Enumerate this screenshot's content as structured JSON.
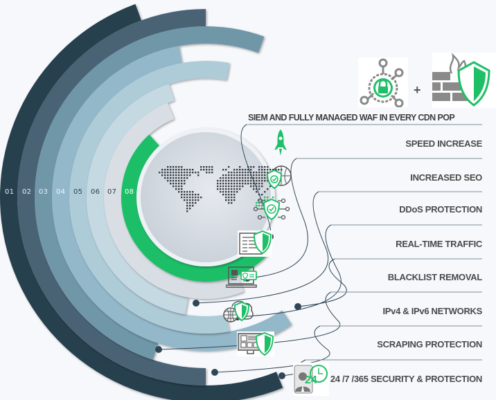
{
  "header": {
    "title": "SIEM  AND FULLY  MANAGED WAF IN EVERY CDN POP",
    "plus": "+",
    "icons": [
      "network-lock-icon",
      "firewall-shield-icon"
    ]
  },
  "rings": [
    {
      "num": "01",
      "color": "#263f4d",
      "text_color": "#e8eef2"
    },
    {
      "num": "02",
      "color": "#4a6475",
      "text_color": "#e8eef2"
    },
    {
      "num": "03",
      "color": "#7097a8",
      "text_color": "#e8eef2"
    },
    {
      "num": "04",
      "color": "#93b8ca",
      "text_color": "#f2f6f8"
    },
    {
      "num": "05",
      "color": "#aecbd8",
      "text_color": "#2c3e4a"
    },
    {
      "num": "06",
      "color": "#c5d9e2",
      "text_color": "#2c3e4a"
    },
    {
      "num": "07",
      "color": "#d8dee4",
      "text_color": "#2c3e4a"
    },
    {
      "num": "08",
      "color": "#1fbf67",
      "text_color": "#ffffff"
    }
  ],
  "globe": {
    "fill": "#d6dce3",
    "map_dot_color": "#3b3f44",
    "highlight_dot_color": "#1fbf67"
  },
  "features": [
    {
      "label": "SPEED INCREASE",
      "icon": "rocket-icon"
    },
    {
      "label": "INCREASED SEO",
      "icon": "shield-globe-icon"
    },
    {
      "label": "DDoS PROTECTION",
      "icon": "shield-network-icon"
    },
    {
      "label": "REAL-TIME TRAFFIC",
      "icon": "document-shield-icon"
    },
    {
      "label": "BLACKLIST REMOVAL",
      "icon": "laptop-shield-icon"
    },
    {
      "label": "IPv4 & IPv6 NETWORKS",
      "icon": "globe-cloud-shield-icon"
    },
    {
      "label": "SCRAPING PROTECTION",
      "icon": "monitor-shield-icon"
    },
    {
      "label": "24 /7 /365 SECURITY & PROTECTION",
      "icon": "agent-24-clock-icon"
    }
  ],
  "colors": {
    "background": "#f6f8fc",
    "accent_green": "#1fbf67",
    "connector": "#2f4656",
    "label_text": "#4a4a4a"
  }
}
